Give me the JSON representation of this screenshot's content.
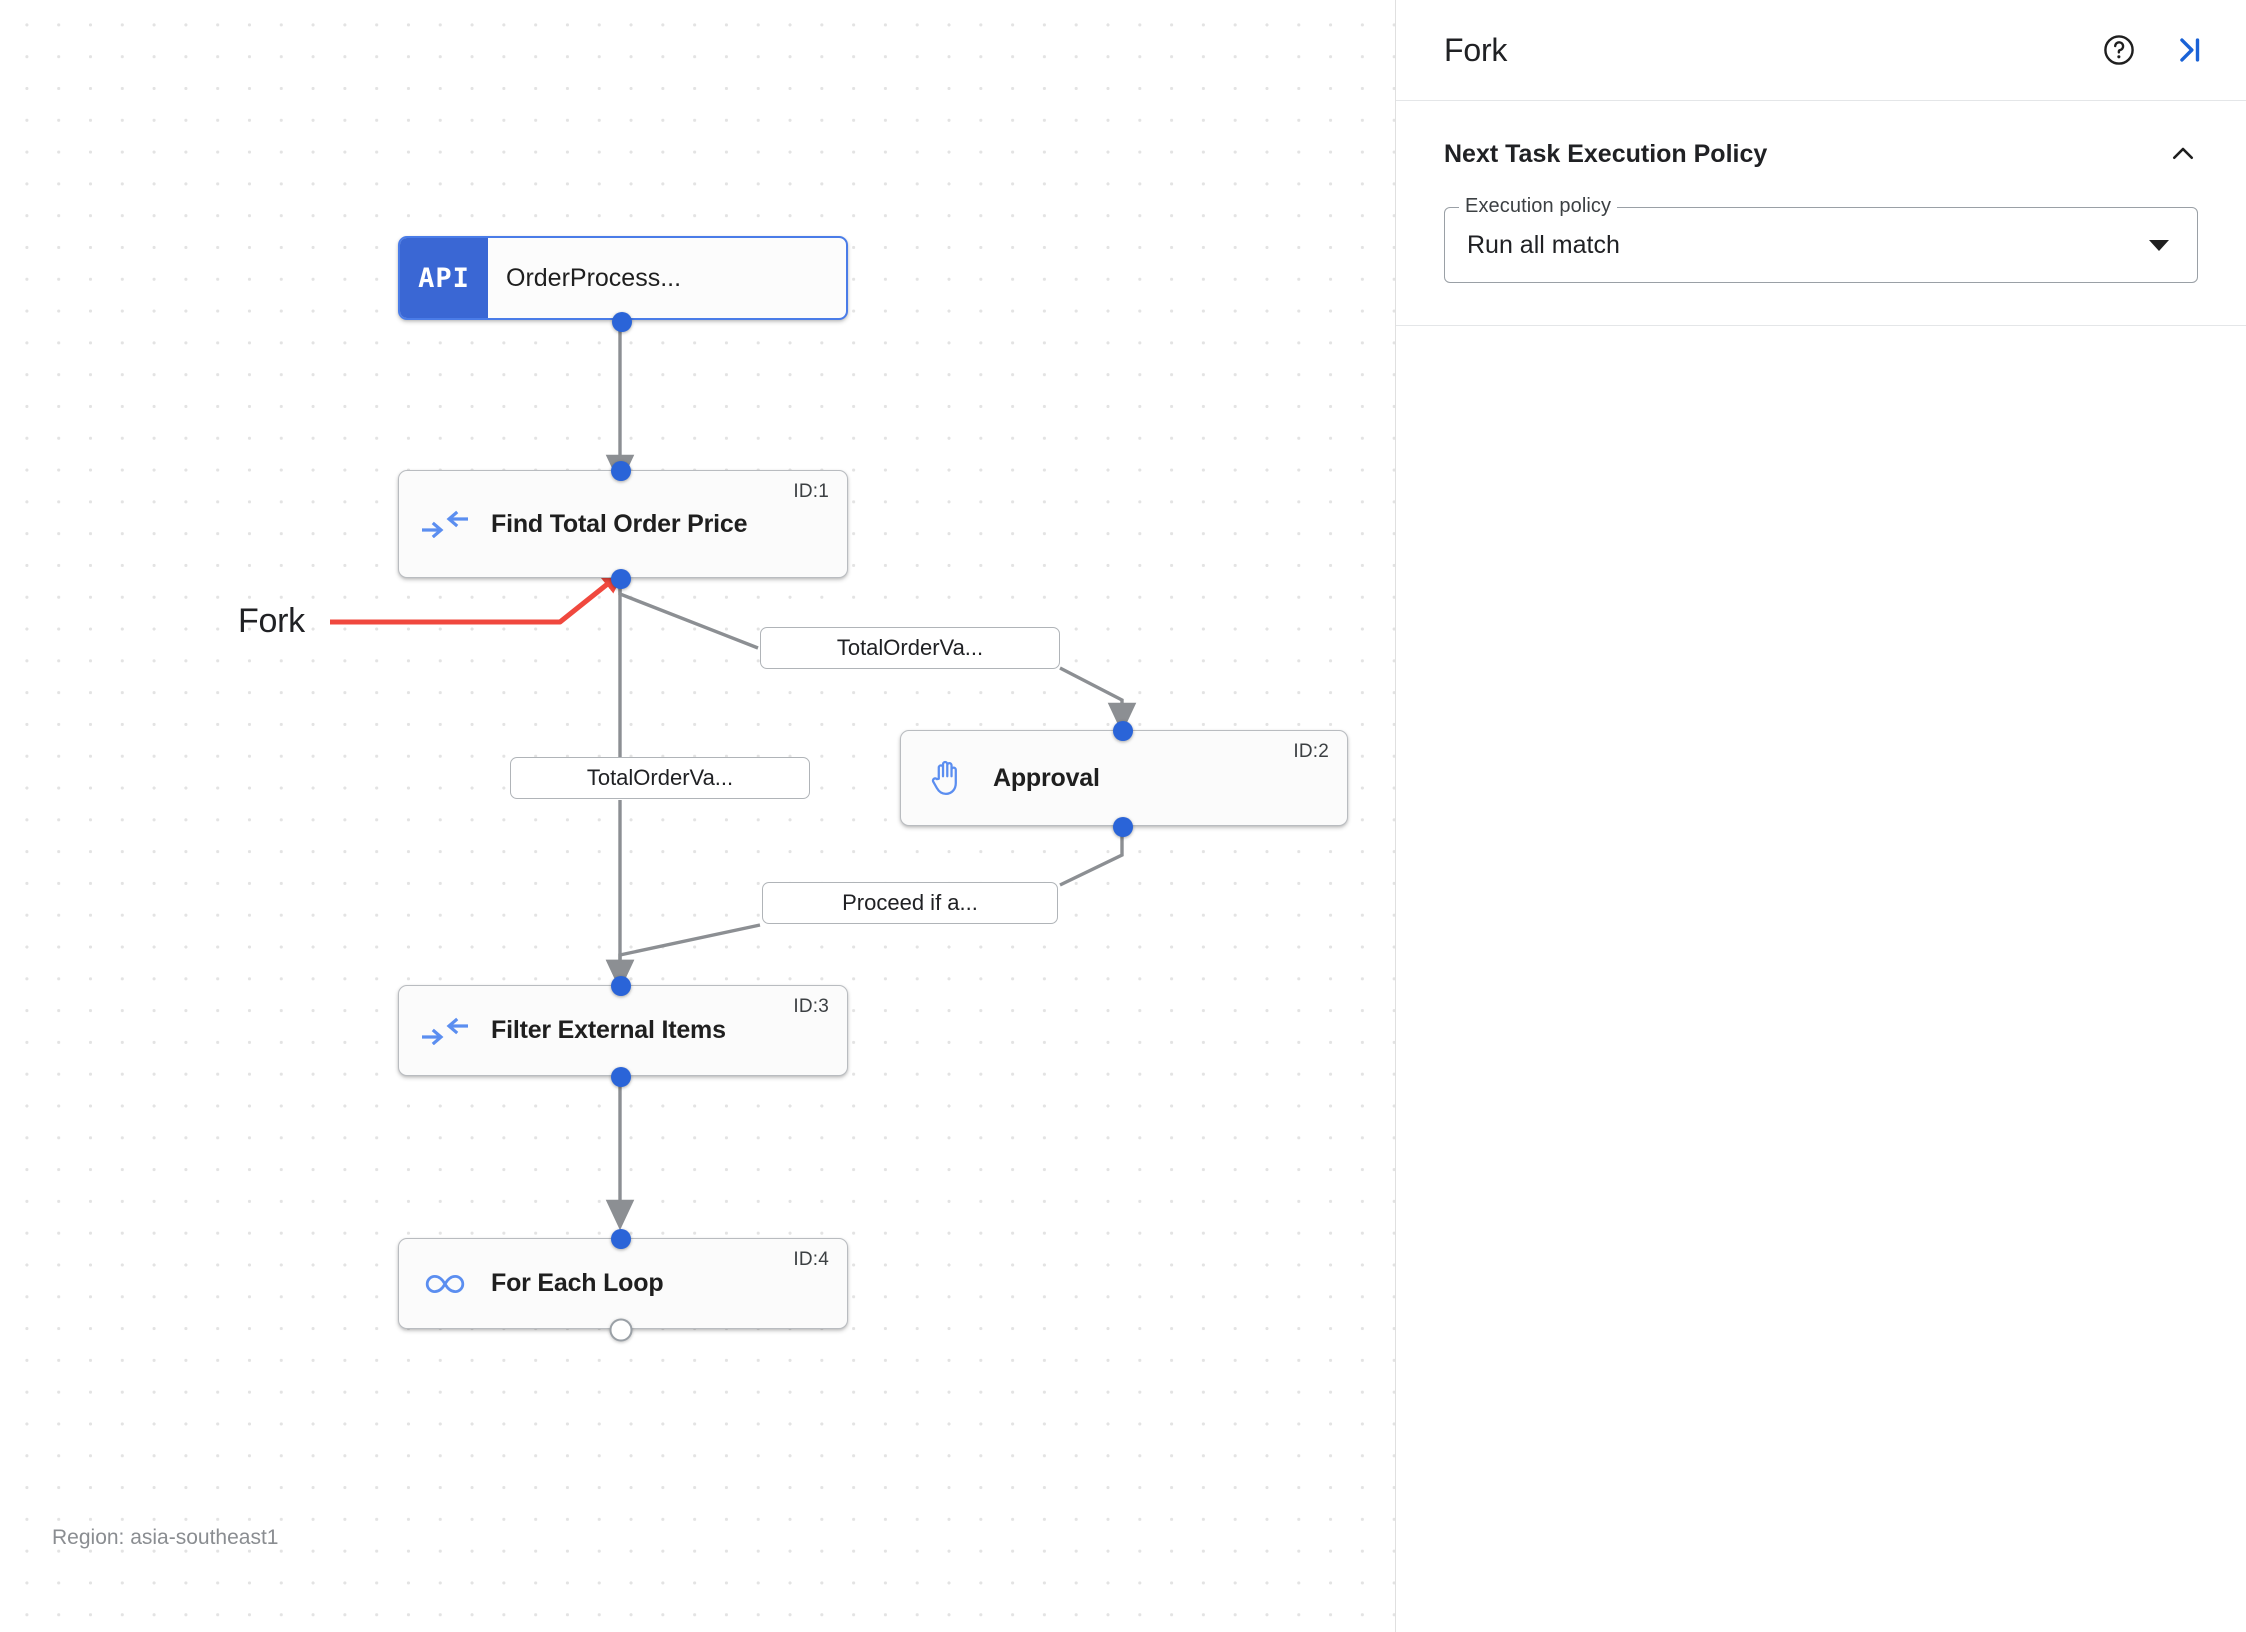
{
  "canvas": {
    "region_label": "Region: asia-southeast1",
    "annotation": {
      "label": "Fork",
      "color": "#f0483e"
    },
    "nodes": [
      {
        "id": "node-api",
        "type": "api",
        "badge": "API",
        "title": "OrderProcess...",
        "id_label": "",
        "icon": "api-icon"
      },
      {
        "id": "node-find",
        "type": "task",
        "badge": "",
        "title": "Find Total Order Price",
        "id_label": "ID:1",
        "icon": "data-mapping-icon"
      },
      {
        "id": "node-approval",
        "type": "task",
        "badge": "",
        "title": "Approval",
        "id_label": "ID:2",
        "icon": "hand-icon"
      },
      {
        "id": "node-filter",
        "type": "task",
        "badge": "",
        "title": "Filter External Items",
        "id_label": "ID:3",
        "icon": "data-mapping-icon"
      },
      {
        "id": "node-loop",
        "type": "task",
        "badge": "",
        "title": "For Each Loop",
        "id_label": "ID:4",
        "icon": "infinity-icon"
      }
    ],
    "edge_labels": [
      {
        "id": "edge-label-1",
        "text": "TotalOrderVa..."
      },
      {
        "id": "edge-label-2",
        "text": "TotalOrderVa..."
      },
      {
        "id": "edge-label-3",
        "text": "Proceed if a..."
      }
    ]
  },
  "panel": {
    "title": "Fork",
    "help_icon": "help-circle-icon",
    "collapse_icon": "collapse-right-icon",
    "section": {
      "title": "Next Task Execution Policy",
      "chevron": "chevron-up-icon",
      "field": {
        "legend": "Execution policy",
        "value": "Run all match",
        "caret": "caret-down-icon"
      }
    }
  }
}
